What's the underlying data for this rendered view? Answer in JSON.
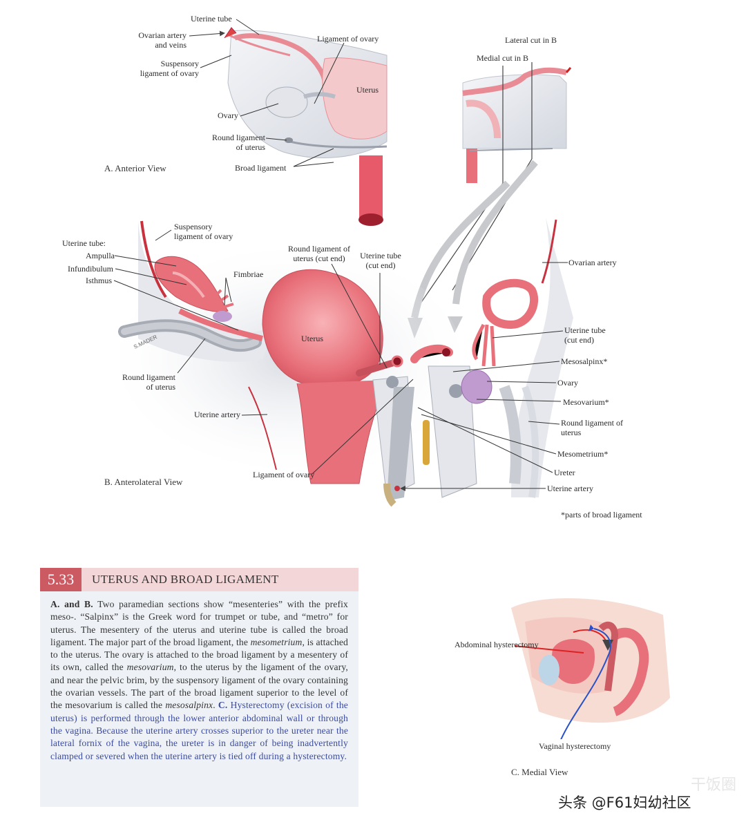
{
  "figure_a": {
    "view_label": "A. Anterior View",
    "labels": {
      "uterine_tube": "Uterine tube",
      "ovarian_artery_veins": "Ovarian artery and veins",
      "suspensory_ligament": "Suspensory ligament of ovary",
      "ligament_of_ovary": "Ligament of ovary",
      "uterus": "Uterus",
      "ovary": "Ovary",
      "round_ligament": "Round ligament of uterus",
      "broad_ligament": "Broad ligament"
    },
    "cut_labels": {
      "lateral": "Lateral cut in B",
      "medial": "Medial cut in B"
    }
  },
  "figure_b": {
    "view_label": "B. Anterolateral View",
    "labels": {
      "suspensory_ligament": "Suspensory ligament of ovary",
      "uterine_tube": "Uterine tube:",
      "ampulla": "Ampulla",
      "infundibulum": "Infundibulum",
      "isthmus": "Isthmus",
      "fimbriae": "Fimbriae",
      "round_lig_cut": "Round ligament of uterus (cut end)",
      "tube_cut": "Uterine tube (cut end)",
      "uterus": "Uterus",
      "round_ligament": "Round ligament of uterus",
      "uterine_artery": "Uterine artery",
      "ligament_of_ovary": "Ligament of ovary",
      "ovarian_artery": "Ovarian artery",
      "tube_cut_end_right": "Uterine tube (cut end)",
      "mesosalpinx": "Mesosalpinx*",
      "ovary": "Ovary",
      "mesovarium": "Mesovarium*",
      "round_lig_right": "Round ligament of uterus",
      "mesometrium": "Mesometrium*",
      "ureter": "Ureter",
      "uterine_artery_right": "Uterine artery"
    },
    "footnote": "*parts of broad ligament",
    "artist_signature": "S.MADER"
  },
  "figure_c": {
    "view_label": "C. Medial View",
    "labels": {
      "abdominal": "Abdominal hysterectomy",
      "vaginal": "Vaginal hysterectomy"
    }
  },
  "caption": {
    "number": "5.33",
    "title": "UTERUS AND BROAD LIGAMENT",
    "p1_lead": "A. and B.",
    "p1_a": " Two paramedian sections show “mesenteries” with the prefix meso-. “Salpinx” is the Greek word for trumpet or tube, and “metro” for uterus. The mesentery of the uterus and uterine tube is called the broad ligament. The major part of the broad ligament, the ",
    "p1_term1": "mesometrium",
    "p1_b": ", is attached to the uterus. The ovary is attached to the broad ligament by a mesentery of its own, called the ",
    "p1_term2": "mesovarium",
    "p1_c": ", to the uterus by the ligament of the ovary, and near the pelvic brim, by the suspensory ligament of the ovary containing the ovarian vessels. The part of the broad ligament superior to the level of the mesovarium is called the ",
    "p1_term3": "mesosalpinx",
    "p1_end": ". ",
    "p2_lead": "C.",
    "p2_text": " Hysterectomy (excision of the uterus) is performed through the lower anterior abdominal wall or through the vagina. Because the uterine artery crosses superior to the ureter near the lateral fornix of the vagina, the ureter is in danger of being inadvertently clamped or severed when the uterine artery is tied off during a hysterectomy."
  },
  "watermark": {
    "text": "头条 @F61妇幼社区",
    "faint": "干饭圈"
  },
  "colors": {
    "uterus": "#e8707a",
    "artery": "#c8283a",
    "ovary": "#c09bd0",
    "ligament": "#dcdfe6",
    "caption_bg": "#eef2f6",
    "caption_head": "#f3d7d8",
    "caption_num": "#cc5a62"
  }
}
